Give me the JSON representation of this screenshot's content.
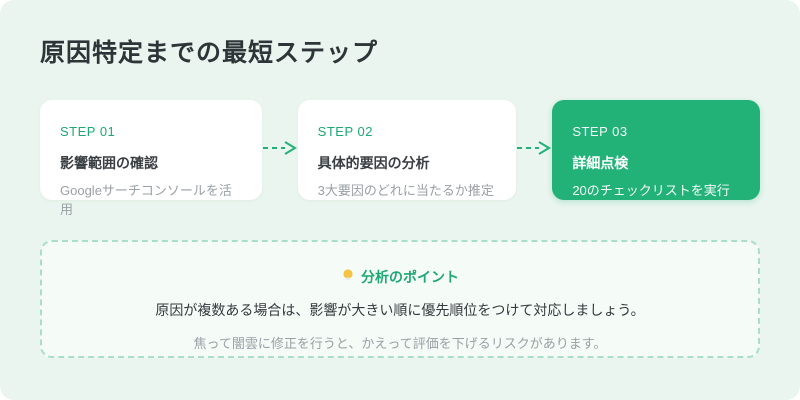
{
  "page": {
    "title": "原因特定までの最短ステップ"
  },
  "steps": [
    {
      "label": "STEP 01",
      "title": "影響範囲の確認",
      "subtitle": "Googleサーチコンソールを活用",
      "variant": "light"
    },
    {
      "label": "STEP 02",
      "title": "具体的要因の分析",
      "subtitle": "3大要因のどれに当たるか推定",
      "variant": "light"
    },
    {
      "label": "STEP 03",
      "title": "詳細点検",
      "subtitle": "20のチェックリストを実行",
      "variant": "filled"
    }
  ],
  "tip": {
    "icon": "lightbulb-icon",
    "heading": "分析のポイント",
    "body": "原因が複数ある場合は、影響が大きい順に優先順位をつけて対応しましょう。",
    "note": "焦って闇雲に修正を行うと、かえって評価を下げるリスクがあります。"
  },
  "colors": {
    "panel_background": "#e9f5ee",
    "accent_green": "#22b278",
    "step_label_green": "#1ea873",
    "card_white": "#ffffff",
    "title_dark": "#2e3538",
    "text_dark": "#35393d",
    "text_gray": "#9aa0a5",
    "dashed_border": "#a9dfc9",
    "lightbulb_yellow": "#f6c445"
  }
}
